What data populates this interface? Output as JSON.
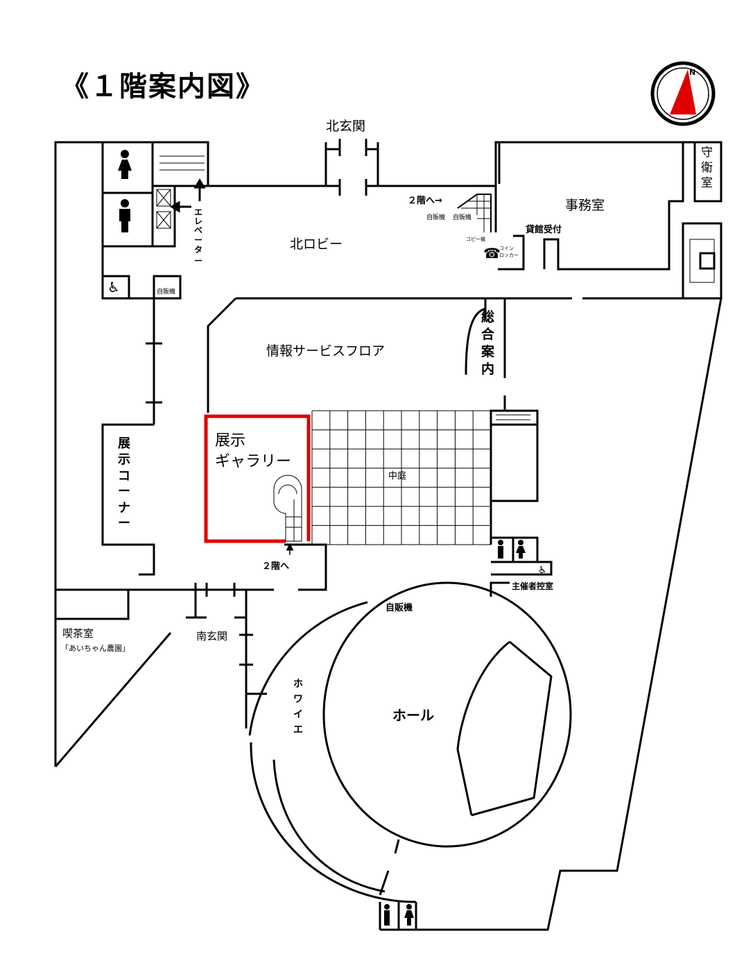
{
  "title": "《１階案内図》",
  "compass": {
    "label": "N",
    "color": "#e00000"
  },
  "accent_color": "#e00000",
  "labels": {
    "north_entrance": "北玄関",
    "guard_room": [
      "守",
      "衛",
      "室"
    ],
    "office": "事務室",
    "rental_reception": "貸館受付",
    "to_2f_north": "２階へ→",
    "vending_1": "自販機",
    "vending_2": "自販機",
    "copier": "コピー機",
    "coin_locker_1": "コイン",
    "coin_locker_2": "ロッカー",
    "elevator": [
      "エ",
      "レ",
      "ベ",
      "ー",
      "タ",
      "ー"
    ],
    "north_lobby": "北ロビー",
    "vending_west": "自販機",
    "info_desk": [
      "総",
      "合",
      "案",
      "内"
    ],
    "info_service_floor": "情報サービスフロア",
    "gallery_1": "展示",
    "gallery_2": "ギャラリー",
    "courtyard": "中庭",
    "exhibit_corner": [
      "展",
      "示",
      "コ",
      "ー",
      "ナ",
      "ー"
    ],
    "to_2f_south": "２階へ",
    "organizer_room": "主催者控室",
    "vending_hall": "自販機",
    "cafe_1": "喫茶室",
    "cafe_2": "「あいちゃん農園」",
    "south_entrance": "南玄関",
    "foyer": [
      "ホ",
      "ワ",
      "イ",
      "エ"
    ],
    "hall": "ホール"
  }
}
